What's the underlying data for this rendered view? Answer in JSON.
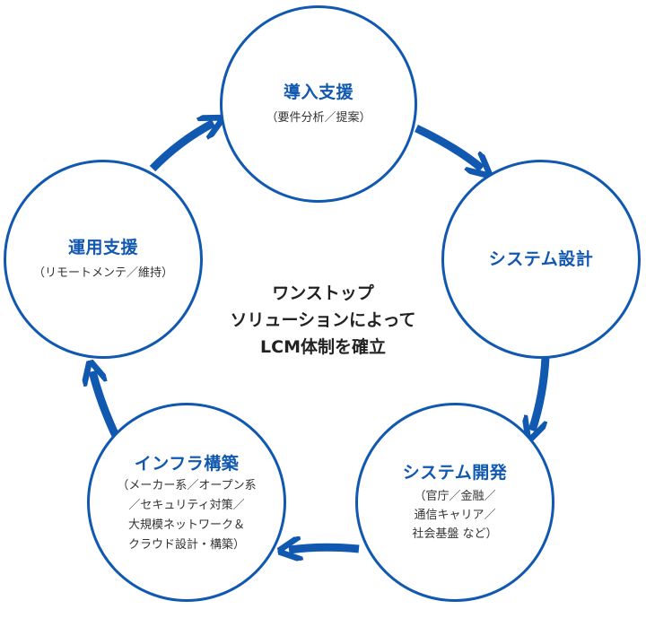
{
  "nodes": [
    {
      "title": "導入支援",
      "sub": [
        "（要件分析／提案）"
      ]
    },
    {
      "title": "システム設計",
      "sub": []
    },
    {
      "title": "システム開発",
      "sub": [
        "（官庁／金融／",
        "通信キャリア／",
        "社会基盤 など）"
      ]
    },
    {
      "title": "インフラ構築",
      "sub": [
        "（メーカー系／オープン系",
        "／セキュリティ対策／",
        "大規模ネットワーク＆",
        "クラウド設計・構築）"
      ]
    },
    {
      "title": "運用支援",
      "sub": [
        "（リモートメンテ／維持）"
      ]
    }
  ],
  "center": {
    "lines": [
      "ワンストップ",
      "ソリューションによって",
      "LCM体制を確立"
    ]
  },
  "colors": {
    "accent": "#1158b0",
    "text": "#333333"
  }
}
